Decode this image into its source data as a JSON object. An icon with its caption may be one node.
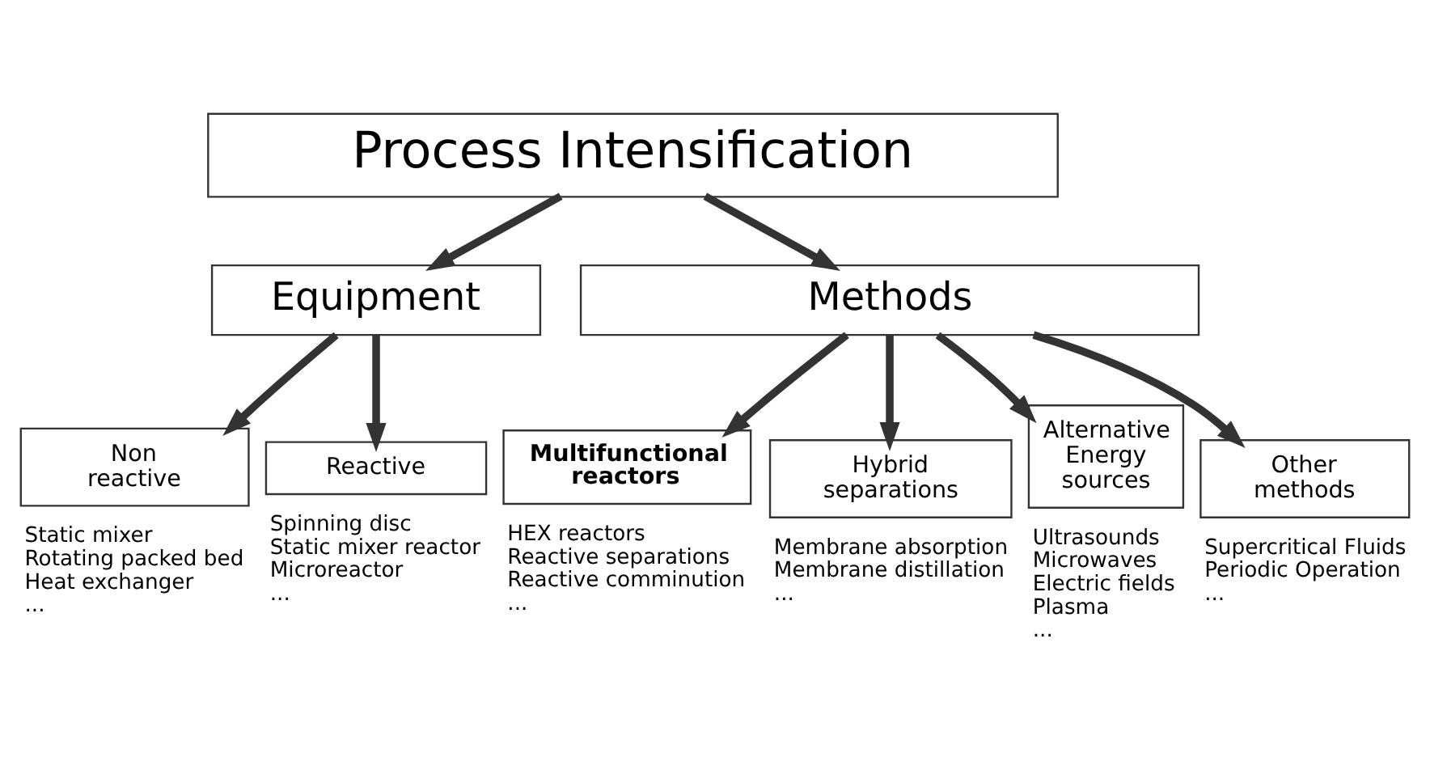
{
  "diagram": {
    "nodes": [
      {
        "text": [
          "Process Intensification"
        ]
      },
      {
        "text": [
          "Equipment"
        ]
      },
      {
        "text": [
          "Methods"
        ]
      },
      {
        "text": [
          "Non reactive"
        ],
        "beside": [
          "Static mixer",
          "Rotating packed bed",
          "Heat exchanger",
          "..."
        ]
      },
      {
        "text": [
          "Reactive"
        ],
        "beside": [
          "Spinning disc",
          "Static mixer reactor",
          "Microreactor",
          "..."
        ]
      },
      {
        "text": [
          "Multifunctional reactors"
        ],
        "beside": [
          "HEX reactors",
          "Reactive separations",
          "Reactive comminution",
          "..."
        ]
      },
      {
        "text": [
          "Hybrid separations"
        ],
        "beside": [
          "Membrane absorption",
          "Membrane distillation",
          "..."
        ]
      },
      {
        "text": [
          "Alternative Energy sources"
        ],
        "beside": [
          "Ultrasounds",
          "Microwaves",
          "Electric fields",
          "Plasma",
          "..."
        ]
      },
      {
        "text": [
          "Other methods"
        ],
        "beside": [
          "Supercritical Fluids",
          "Periodic Operation",
          "..."
        ]
      }
    ],
    "edges": [
      {
        "from": 0,
        "to": 1,
        "arrow": "to"
      },
      {
        "from": 0,
        "to": 2,
        "arrow": "to"
      },
      {
        "from": 1,
        "to": 3,
        "arrow": "to"
      },
      {
        "from": 1,
        "to": 4,
        "arrow": "to"
      },
      {
        "from": 2,
        "to": 5,
        "arrow": "to"
      },
      {
        "from": 2,
        "to": 6,
        "arrow": "to"
      },
      {
        "from": 2,
        "to": 7,
        "arrow": "to"
      },
      {
        "from": 2,
        "to": 8,
        "arrow": "to"
      }
    ]
  }
}
